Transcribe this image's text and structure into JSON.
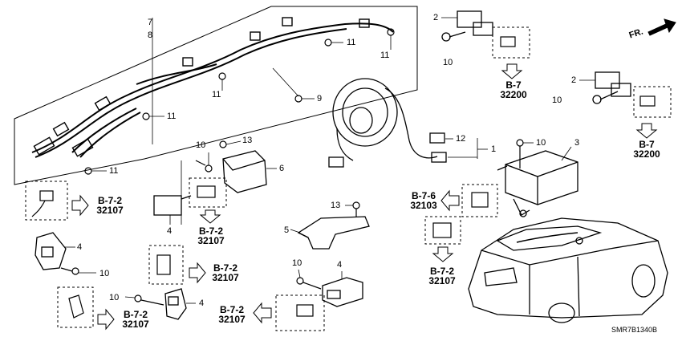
{
  "diagram_id": "SMR7B1340B",
  "front_indicator": "FR.",
  "callouts": {
    "c1": "1",
    "c2a": "2",
    "c2b": "2",
    "c3": "3",
    "c4a": "4",
    "c4b": "4",
    "c4c": "4",
    "c4d": "4",
    "c5": "5",
    "c6": "6",
    "c7": "7",
    "c8": "8",
    "c9": "9",
    "c10a": "10",
    "c10b": "10",
    "c10c": "10",
    "c10d": "10",
    "c10e": "10",
    "c10f": "10",
    "c10g": "10",
    "c11a": "11",
    "c11b": "11",
    "c11c": "11",
    "c11d": "11",
    "c11e": "11",
    "c12": "12",
    "c13a": "13",
    "c13b": "13"
  },
  "refs": {
    "r1": {
      "a": "B-7",
      "b": "32200"
    },
    "r2": {
      "a": "B-7",
      "b": "32200"
    },
    "r3": {
      "a": "B-7-6",
      "b": "32103"
    },
    "r4": {
      "a": "B-7-2",
      "b": "32107"
    },
    "r5": {
      "a": "B-7-2",
      "b": "32107"
    },
    "r6": {
      "a": "B-7-2",
      "b": "32107"
    },
    "r7": {
      "a": "B-7-2",
      "b": "32107"
    },
    "r8": {
      "a": "B-7-2",
      "b": "32107"
    },
    "r9": {
      "a": "B-7-2",
      "b": "32107"
    }
  }
}
